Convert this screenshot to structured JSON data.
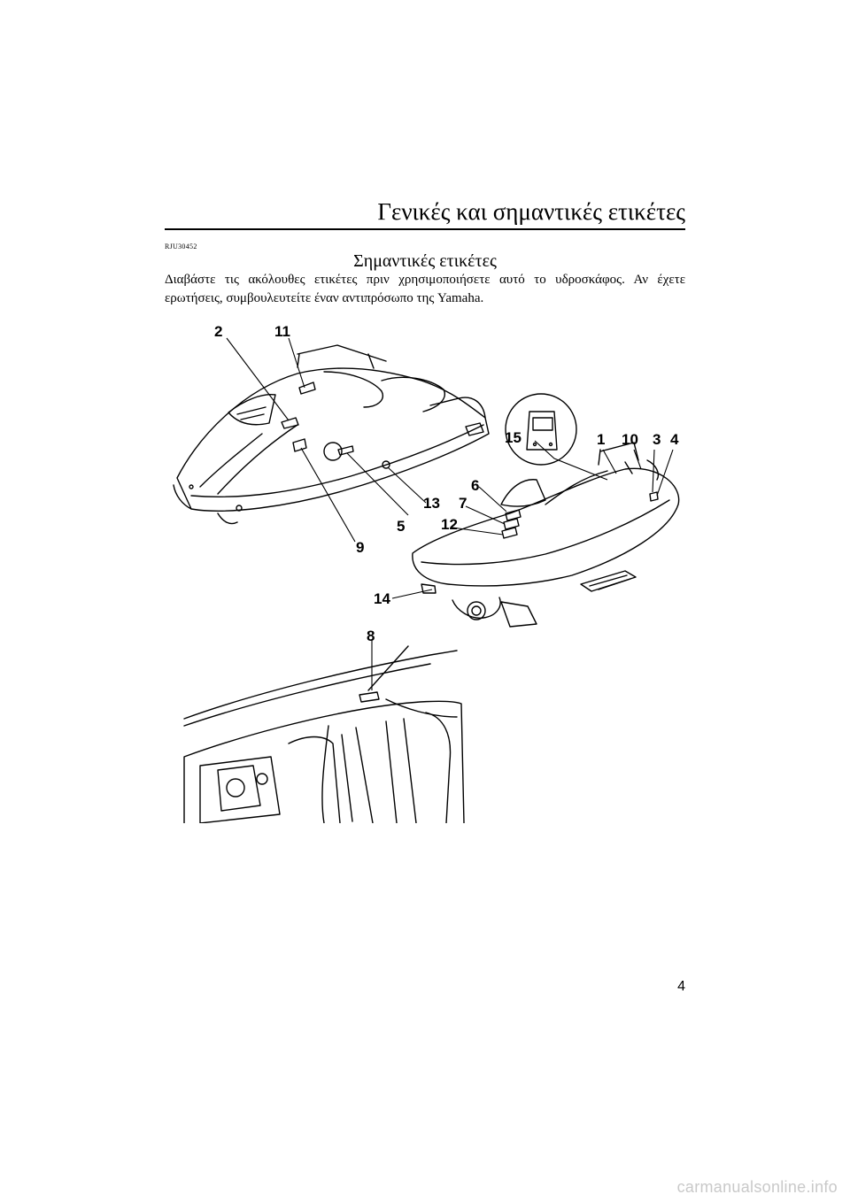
{
  "header": {
    "title": "Γενικές και σημαντικές ετικέτες"
  },
  "section": {
    "ref_code": "RJU30452",
    "title": "Σημαντικές ετικέτες",
    "body": "Διαβάστε τις ακόλουθες ετικέτες πριν χρησιμοποιήσετε αυτό το υδροσκάφος. Αν έχετε ερωτήσεις, συμβουλευτείτε έναν αντιπρόσωπο της Yamaha."
  },
  "figure": {
    "callouts": [
      "1",
      "2",
      "3",
      "4",
      "5",
      "6",
      "7",
      "8",
      "9",
      "10",
      "11",
      "12",
      "13",
      "14",
      "15"
    ]
  },
  "page_number": "4",
  "footer": {
    "watermark": "carmanualsonline.info"
  }
}
